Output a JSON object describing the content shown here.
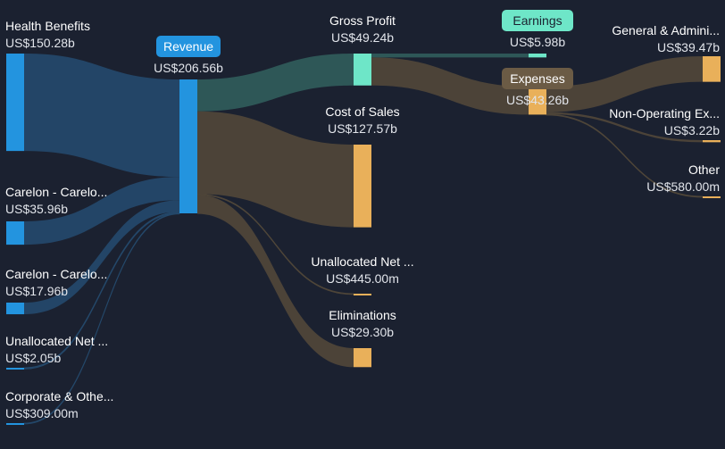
{
  "colors": {
    "background": "#1b2130",
    "revenue_source": "#2394df",
    "revenue_flow": "#24486a",
    "cost": "#e9b05a",
    "cost_flow": "#4f4639",
    "profit": "#6ee6c8",
    "profit_flow": "#2f5b5a"
  },
  "chart_data": {
    "type": "sankey",
    "units": "US$ billions",
    "nodes": [
      {
        "id": "health",
        "name": "Health Benefits",
        "value_label": "US$150.28b",
        "value": 150.28
      },
      {
        "id": "carelon1",
        "name": "Carelon - Carelo...",
        "value_label": "US$35.96b",
        "value": 35.96
      },
      {
        "id": "carelon2",
        "name": "Carelon - Carelo...",
        "value_label": "US$17.96b",
        "value": 17.96
      },
      {
        "id": "unalloc_in",
        "name": "Unallocated Net ...",
        "value_label": "US$2.05b",
        "value": 2.05
      },
      {
        "id": "corporate",
        "name": "Corporate & Othe...",
        "value_label": "US$309.00m",
        "value": 0.309
      },
      {
        "id": "revenue",
        "name": "Revenue",
        "value_label": "US$206.56b",
        "value": 206.56,
        "badge": true
      },
      {
        "id": "gross",
        "name": "Gross Profit",
        "value_label": "US$49.24b",
        "value": 49.24
      },
      {
        "id": "cos",
        "name": "Cost of Sales",
        "value_label": "US$127.57b",
        "value": 127.57
      },
      {
        "id": "unalloc_out",
        "name": "Unallocated Net ...",
        "value_label": "US$445.00m",
        "value": 0.445
      },
      {
        "id": "elim",
        "name": "Eliminations",
        "value_label": "US$29.30b",
        "value": 29.3
      },
      {
        "id": "earnings",
        "name": "Earnings",
        "value_label": "US$5.98b",
        "value": 5.98,
        "badge": true
      },
      {
        "id": "expenses",
        "name": "Expenses",
        "value_label": "US$43.26b",
        "value": 43.26,
        "badge": true
      },
      {
        "id": "gna",
        "name": "General & Admini...",
        "value_label": "US$39.47b",
        "value": 39.47
      },
      {
        "id": "nonop",
        "name": "Non-Operating Ex...",
        "value_label": "US$3.22b",
        "value": 3.22
      },
      {
        "id": "other",
        "name": "Other",
        "value_label": "US$580.00m",
        "value": 0.58
      }
    ],
    "links": [
      {
        "source": "health",
        "target": "revenue",
        "value": 150.28
      },
      {
        "source": "carelon1",
        "target": "revenue",
        "value": 35.96
      },
      {
        "source": "carelon2",
        "target": "revenue",
        "value": 17.96
      },
      {
        "source": "unalloc_in",
        "target": "revenue",
        "value": 2.05
      },
      {
        "source": "corporate",
        "target": "revenue",
        "value": 0.309
      },
      {
        "source": "revenue",
        "target": "gross",
        "value": 49.24
      },
      {
        "source": "revenue",
        "target": "cos",
        "value": 127.57
      },
      {
        "source": "revenue",
        "target": "unalloc_out",
        "value": 0.445
      },
      {
        "source": "revenue",
        "target": "elim",
        "value": 29.3
      },
      {
        "source": "gross",
        "target": "earnings",
        "value": 5.98
      },
      {
        "source": "gross",
        "target": "expenses",
        "value": 43.26
      },
      {
        "source": "expenses",
        "target": "gna",
        "value": 39.47
      },
      {
        "source": "expenses",
        "target": "nonop",
        "value": 3.22
      },
      {
        "source": "expenses",
        "target": "other",
        "value": 0.58
      }
    ]
  }
}
